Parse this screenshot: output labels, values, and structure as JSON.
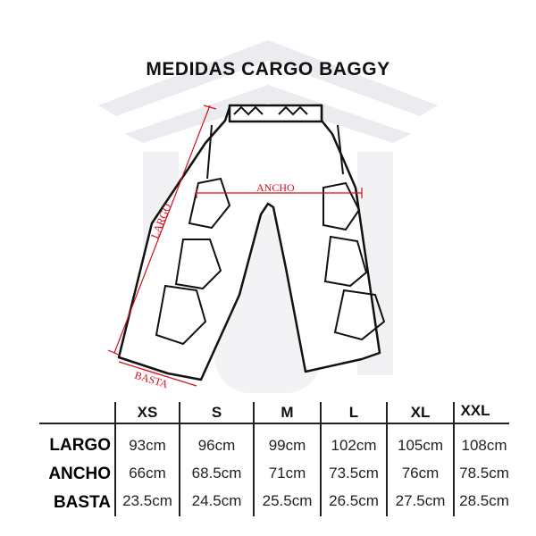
{
  "title": "MEDIDAS CARGO BAGGY",
  "diagram_labels": {
    "length": "LARGO",
    "width": "ANCHO",
    "hem": "BASTA"
  },
  "colors": {
    "measure_line": "#d0101a",
    "watermark": "#ececf0",
    "text": "#111111"
  },
  "table": {
    "sizes": [
      "XS",
      "S",
      "M",
      "L",
      "XL",
      "XXL"
    ],
    "rows": [
      {
        "label": "LARGO",
        "values": [
          "93cm",
          "96cm",
          "99cm",
          "102cm",
          "105cm",
          "108cm"
        ]
      },
      {
        "label": "ANCHO",
        "values": [
          "66cm",
          "68.5cm",
          "71cm",
          "73.5cm",
          "76cm",
          "78.5cm"
        ]
      },
      {
        "label": "BASTA",
        "values": [
          "23.5cm",
          "24.5cm",
          "25.5cm",
          "26.5cm",
          "27.5cm",
          "28.5cm"
        ]
      }
    ]
  }
}
